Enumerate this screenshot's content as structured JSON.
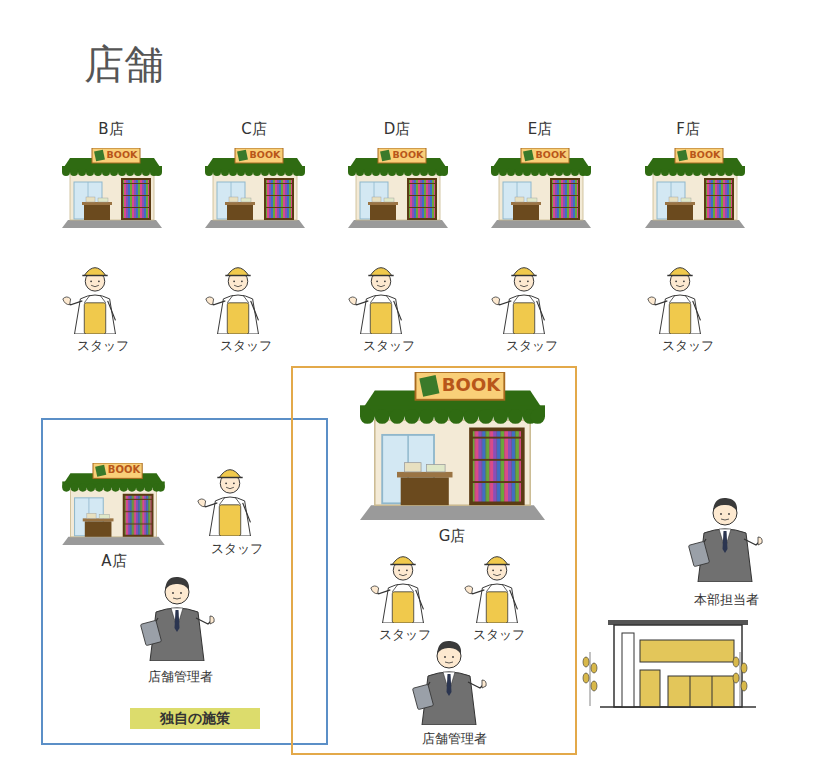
{
  "diagram": {
    "title": "店舗",
    "nodes": [
      {
        "text": [
          "A店",
          "スタッフ",
          "店舗管理者"
        ]
      },
      {
        "text": [
          "独自の施策"
        ],
        "in": 0
      },
      {
        "text": [
          "G店",
          "スタッフ",
          "スタッフ",
          "店舗管理者"
        ]
      }
    ],
    "labels": [
      "B店",
      "C店",
      "D店",
      "E店",
      "F店",
      "BOOK",
      "BOOK",
      "BOOK",
      "BOOK",
      "BOOK",
      "スタッフ",
      "スタッフ",
      "スタッフ",
      "スタッフ",
      "スタッフ",
      "BOOK",
      "BOOK",
      "本部担当者"
    ]
  }
}
